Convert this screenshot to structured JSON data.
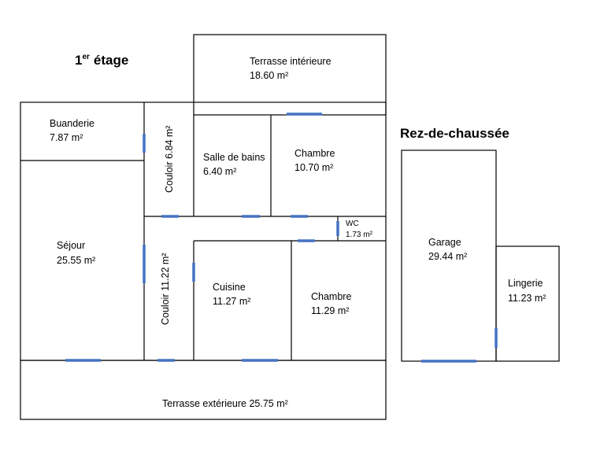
{
  "headings": {
    "upper_floor_number": "1",
    "upper_floor_sup": "er",
    "upper_floor_rest": "étage",
    "ground_floor": "Rez-de-chaussée"
  },
  "rooms": {
    "terrasse_interieure": {
      "name": "Terrasse intérieure",
      "area": "18.60 m²"
    },
    "buanderie": {
      "name": "Buanderie",
      "area": "7.87 m²"
    },
    "couloir_top": {
      "label": "Couloir 6.84 m²"
    },
    "salle_de_bains": {
      "name": "Salle de bains",
      "area": "6.40 m²"
    },
    "chambre_top": {
      "name": "Chambre",
      "area": "10.70 m²"
    },
    "wc": {
      "name": "WC",
      "area": "1.73 m²"
    },
    "sejour": {
      "name": "Séjour",
      "area": "25.55 m²"
    },
    "couloir_bottom": {
      "label": "Couloir 11.22 m²"
    },
    "cuisine": {
      "name": "Cuisine",
      "area": "11.27 m²"
    },
    "chambre_bottom": {
      "name": "Chambre",
      "area": "11.29 m²"
    },
    "terrasse_exterieure": {
      "label": "Terrasse extérieure 25.75 m²"
    },
    "garage": {
      "name": "Garage",
      "area": "29.44 m²"
    },
    "lingerie": {
      "name": "Lingerie",
      "area": "11.23 m²"
    }
  },
  "colors": {
    "walls": "#000000",
    "openings": "#4472c4",
    "background": "#ffffff"
  }
}
